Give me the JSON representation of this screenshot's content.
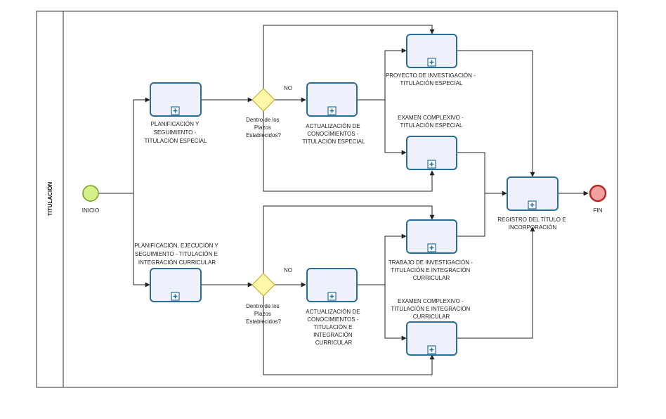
{
  "pool": {
    "lane_label": "TITULACIÓN"
  },
  "colors": {
    "task_stroke": "#2A6E96",
    "task_fill": "#EEF1FB",
    "start_fill": "#D6F08A",
    "start_stroke": "#6E9A22",
    "end_fill": "#F2A0A0",
    "end_stroke": "#B22A2A",
    "gateway_fill": "#FFF7A8",
    "gateway_stroke": "#B8A82A",
    "flow": "#222222"
  },
  "events": {
    "start": {
      "label": "INICIO"
    },
    "end": {
      "label": "FIN"
    }
  },
  "tasks": {
    "plan_especial": {
      "lines": [
        "PLANIFICACIÓN Y",
        "SEGUIMIENTO -",
        "TITULACIÓN ESPECIAL"
      ]
    },
    "plan_integracion": {
      "lines": [
        "PLANIFICACIÓN, EJECUCIÓN Y",
        "SEGUIMIENTO - TITULACIÓN E",
        "INTEGRACIÓN CURRICULAR"
      ]
    },
    "act_especial": {
      "lines": [
        "ACTUALIZACIÓN DE",
        "CONOCIMIENTOS -",
        "TITULACIÓN ESPECIAL"
      ]
    },
    "act_integracion": {
      "lines": [
        "ACTUALIZACIÓN DE",
        "CONOCIMIENTOS -",
        "TITULACIÓN E",
        "INTEGRACIÓN",
        "CURRICULAR"
      ]
    },
    "proyecto": {
      "lines": [
        "PROYECTO DE INVESTIGACIÓN -",
        "TITULACIÓN ESPECIAL"
      ]
    },
    "examen_especial": {
      "lines": [
        "EXAMEN COMPLEXIVO -",
        "TITULACIÓN ESPECIAL"
      ]
    },
    "trabajo": {
      "lines": [
        "TRABAJO DE INVESTIGACIÓN -",
        "TITULACIÓN E INTEGRACIÓN",
        "CURRICULAR"
      ]
    },
    "examen_integracion": {
      "lines": [
        "EXAMEN COMPLEXIVO -",
        "TITULACIÓN E INTEGRACIÓN",
        "CURRICULAR"
      ]
    },
    "registro": {
      "lines": [
        "REGISTRO DEL TÍTULO E",
        "INCORPORACIÓN"
      ]
    }
  },
  "gateways": {
    "top": {
      "lines": [
        "Dentro de los",
        "Plazos",
        "Establecidos?"
      ],
      "no_label": "NO"
    },
    "bottom": {
      "lines": [
        "Dentro de los",
        "Plazos",
        "Establecidos?"
      ],
      "no_label": "NO"
    }
  }
}
